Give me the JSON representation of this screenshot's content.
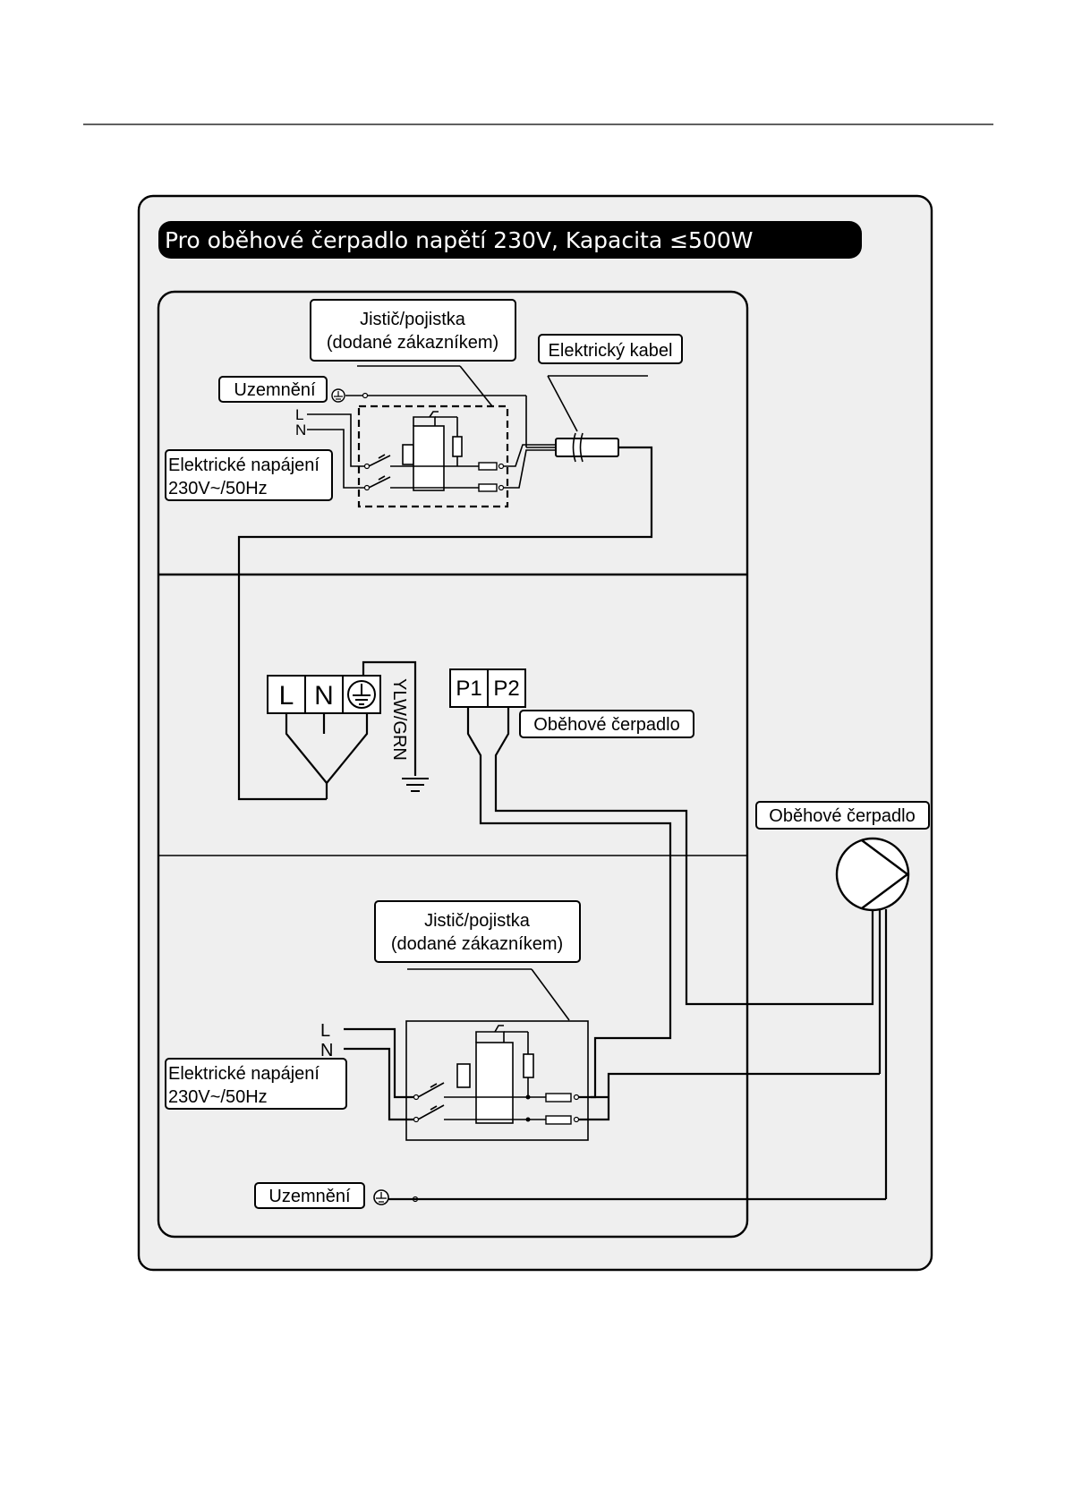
{
  "title": "Pro oběhové čerpadlo napětí 230V, Kapacita ≤500W",
  "top": {
    "breaker_line1": "Jistič/pojistka",
    "breaker_line2": "(dodané zákazníkem)",
    "cable": "Elektrický kabel",
    "ground": "Uzemnění",
    "l": "L",
    "n": "N",
    "supply_line1": "Elektrické napájení",
    "supply_line2": "230V~/50Hz"
  },
  "middle": {
    "term_l": "L",
    "term_n": "N",
    "ylw_grn": "YLW/GRN",
    "p1": "P1",
    "p2": "P2",
    "pump": "Oběhové čerpadlo"
  },
  "pump_label": "Oběhové čerpadlo",
  "bottom": {
    "breaker_line1": "Jistič/pojistka",
    "breaker_line2": "(dodané zákazníkem)",
    "l": "L",
    "n": "N",
    "supply_line1": "Elektrické napájení",
    "supply_line2": "230V~/50Hz",
    "ground": "Uzemnění"
  },
  "colors": {
    "background": "#efefef",
    "ink": "#000000",
    "title_bg": "#000000"
  }
}
